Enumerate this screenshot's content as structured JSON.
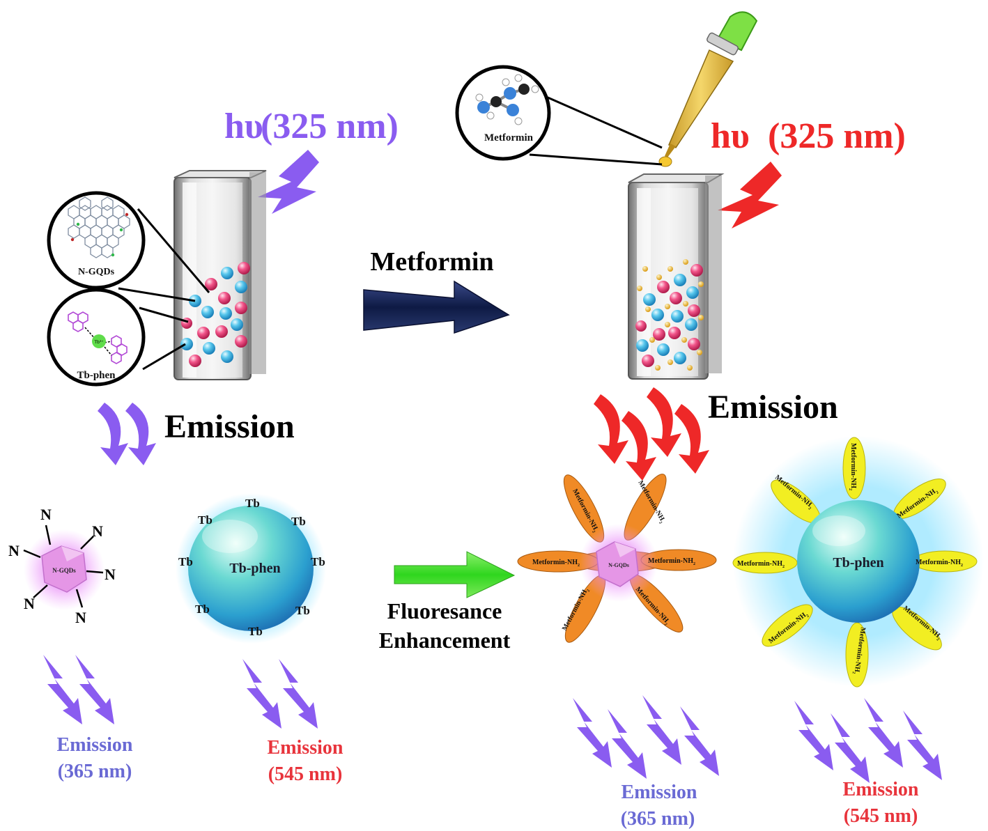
{
  "left": {
    "hv_prefix": "hυ",
    "hv_value": "(325 nm)",
    "zoom_gqd_label": "N-GQDs",
    "zoom_tbphen_label": "Tb-phen",
    "tb_ion": "Tb³⁺",
    "emission_heading": "Emission",
    "gqd_label": "N-GQDs",
    "n_atom": "N",
    "tb_ring_label": "Tb",
    "sphere_label": "Tb-phen",
    "em1_title": "Emission",
    "em1_wavelength": "(365 nm)",
    "em2_title": "Emission",
    "em2_wavelength": "(545 nm)"
  },
  "middle": {
    "arrow_label": "Metformin",
    "enh_line1": "Fluoresance",
    "enh_line2": "Enhancement"
  },
  "right": {
    "hv_prefix": "hυ",
    "hv_value": "(325 nm)",
    "zoom_label": "Metformin",
    "emission_heading": "Emission",
    "gqd_label": "N-GQDs",
    "petal_label": "Metformin-NH",
    "petal_sub": "2",
    "sphere_label": "Tb-phen",
    "em1_title": "Emission",
    "em1_wavelength": "(365 nm)",
    "em2_title": "Emission",
    "em2_wavelength": "(545 nm)"
  },
  "colors": {
    "violet": "#8a5cf0",
    "red": "#ee2828",
    "emission_blue": "#6a6ad4",
    "emission_red": "#e8343c",
    "orange": "#f08a26",
    "yellow": "#f2ee22",
    "navy": "#1a2a5e",
    "green": "#44e636"
  }
}
